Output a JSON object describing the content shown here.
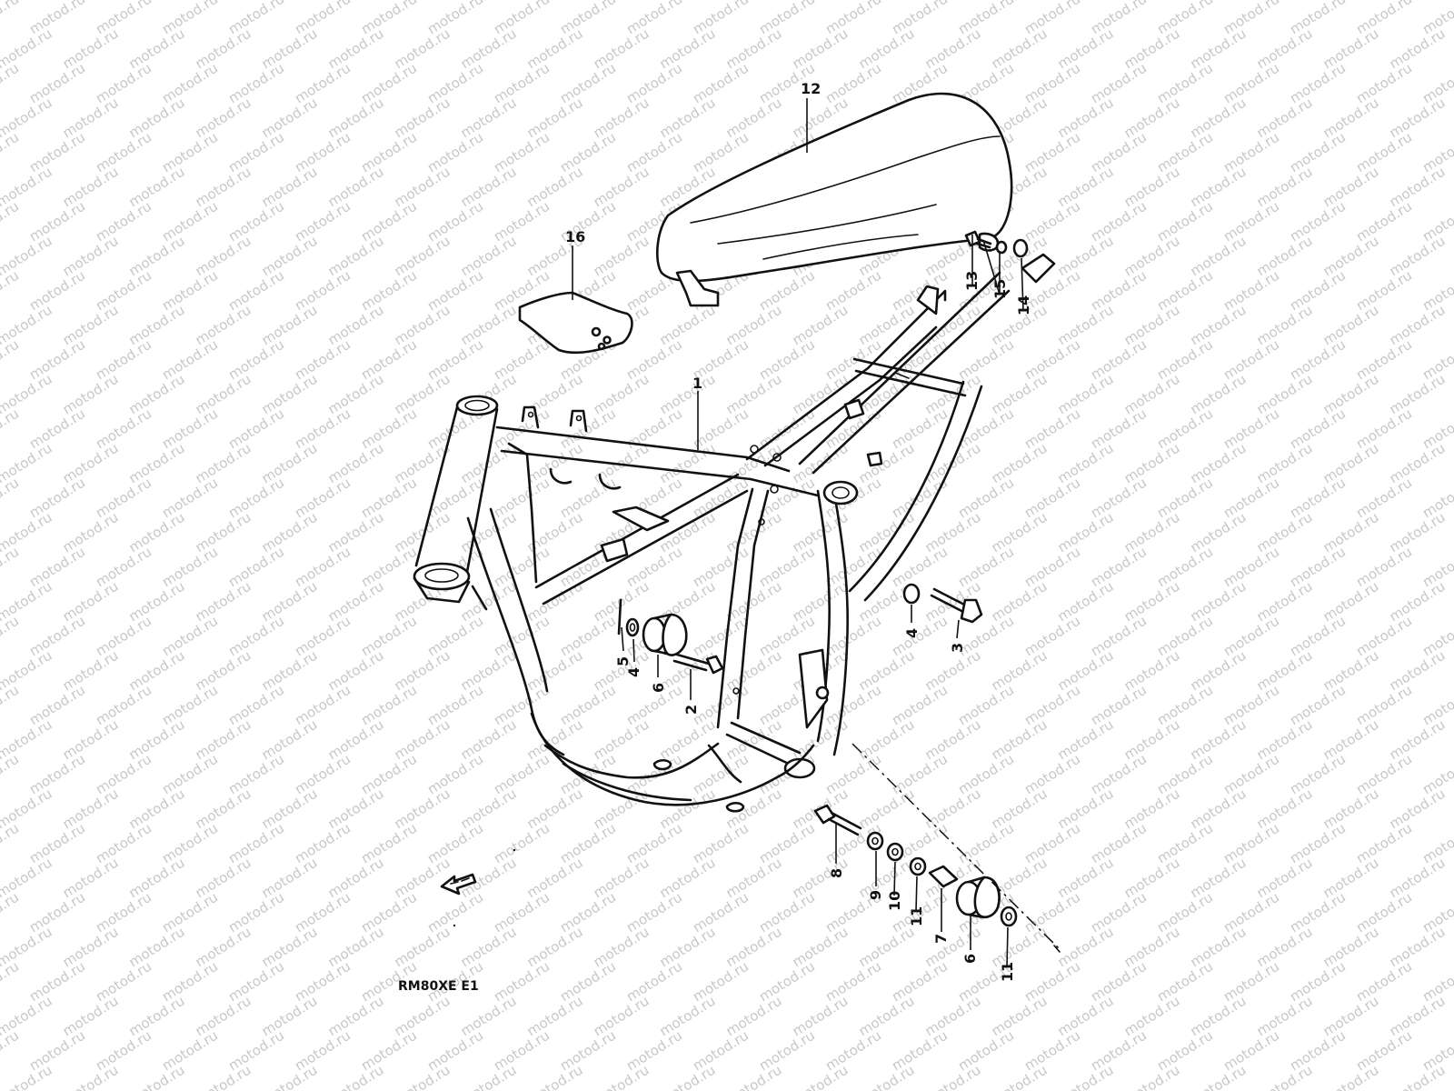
{
  "watermark": "motod.ru",
  "model_code": "RM80XE E1",
  "callouts": [
    {
      "id": "c12",
      "label": "12"
    },
    {
      "id": "c16",
      "label": "16"
    },
    {
      "id": "c13",
      "label": "13"
    },
    {
      "id": "c15",
      "label": "15"
    },
    {
      "id": "c14",
      "label": "14"
    },
    {
      "id": "c1",
      "label": "1"
    },
    {
      "id": "c4a",
      "label": "4"
    },
    {
      "id": "c3",
      "label": "3"
    },
    {
      "id": "c5",
      "label": "5"
    },
    {
      "id": "c4b",
      "label": "4"
    },
    {
      "id": "c6a",
      "label": "6"
    },
    {
      "id": "c2",
      "label": "2"
    },
    {
      "id": "c8",
      "label": "8"
    },
    {
      "id": "c9",
      "label": "9"
    },
    {
      "id": "c10",
      "label": "10"
    },
    {
      "id": "c11a",
      "label": "11"
    },
    {
      "id": "c7",
      "label": "7"
    },
    {
      "id": "c6b",
      "label": "6"
    },
    {
      "id": "c11b",
      "label": "11"
    }
  ],
  "icons": {
    "front_arrow": "front-arrow-icon"
  }
}
